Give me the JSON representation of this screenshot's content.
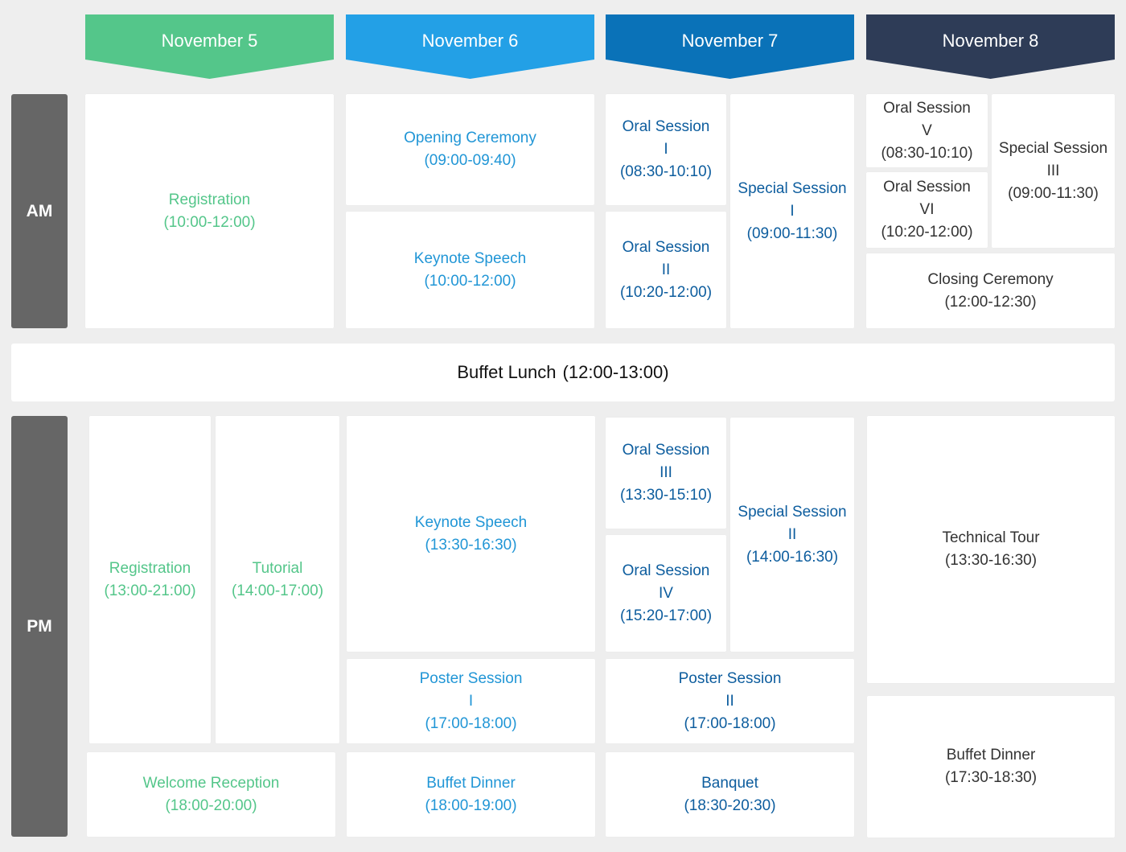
{
  "headers": [
    {
      "label": "November 5",
      "color": "#54c68a"
    },
    {
      "label": "November 6",
      "color": "#23a0e6"
    },
    {
      "label": "November 7",
      "color": "#0a72b8"
    },
    {
      "label": "November 8",
      "color": "#2e3c57"
    }
  ],
  "side": {
    "am": "AM",
    "pm": "PM"
  },
  "lunch": {
    "title": "Buffet Lunch",
    "time": "(12:00-13:00)"
  },
  "sessions": {
    "nov5_registration_am": {
      "title": "Registration",
      "time": "(10:00-12:00)"
    },
    "nov5_registration_pm": {
      "title": "Registration",
      "time": "(13:00-21:00)"
    },
    "nov5_tutorial": {
      "title": "Tutorial",
      "time": "(14:00-17:00)"
    },
    "nov5_welcome": {
      "title": "Welcome Reception",
      "time": "(18:00-20:00)"
    },
    "nov6_opening": {
      "title": "Opening Ceremony",
      "time": "(09:00-09:40)"
    },
    "nov6_keynote_am": {
      "title": "Keynote Speech",
      "time": "(10:00-12:00)"
    },
    "nov6_keynote_pm": {
      "title": "Keynote Speech",
      "time": "(13:30-16:30)"
    },
    "nov6_poster": {
      "title": "Poster Session",
      "num": "I",
      "time": "(17:00-18:00)"
    },
    "nov6_dinner": {
      "title": "Buffet Dinner",
      "time": "(18:00-19:00)"
    },
    "nov7_oral1": {
      "title": "Oral Session",
      "num": "I",
      "time": "(08:30-10:10)"
    },
    "nov7_oral2": {
      "title": "Oral Session",
      "num": "II",
      "time": "(10:20-12:00)"
    },
    "nov7_special1": {
      "title": "Special Session",
      "num": "I",
      "time": "(09:00-11:30)"
    },
    "nov7_oral3": {
      "title": "Oral Session",
      "num": "III",
      "time": "(13:30-15:10)"
    },
    "nov7_oral4": {
      "title": "Oral Session",
      "num": "IV",
      "time": "(15:20-17:00)"
    },
    "nov7_special2": {
      "title": "Special Session",
      "num": "II",
      "time": "(14:00-16:30)"
    },
    "nov7_poster": {
      "title": "Poster Session",
      "num": "II",
      "time": "(17:00-18:00)"
    },
    "nov7_banquet": {
      "title": "Banquet",
      "time": "(18:30-20:30)"
    },
    "nov8_oral5": {
      "title": "Oral Session",
      "num": "V",
      "time": "(08:30-10:10)"
    },
    "nov8_oral6": {
      "title": "Oral Session",
      "num": "VI",
      "time": "(10:20-12:00)"
    },
    "nov8_special3": {
      "title": "Special Session",
      "num": "III",
      "time": "(09:00-11:30)"
    },
    "nov8_closing": {
      "title": "Closing Ceremony",
      "time": "(12:00-12:30)"
    },
    "nov8_tour": {
      "title": "Technical Tour",
      "time": "(13:30-16:30)"
    },
    "nov8_dinner": {
      "title": "Buffet Dinner",
      "time": "(17:30-18:30)"
    }
  }
}
